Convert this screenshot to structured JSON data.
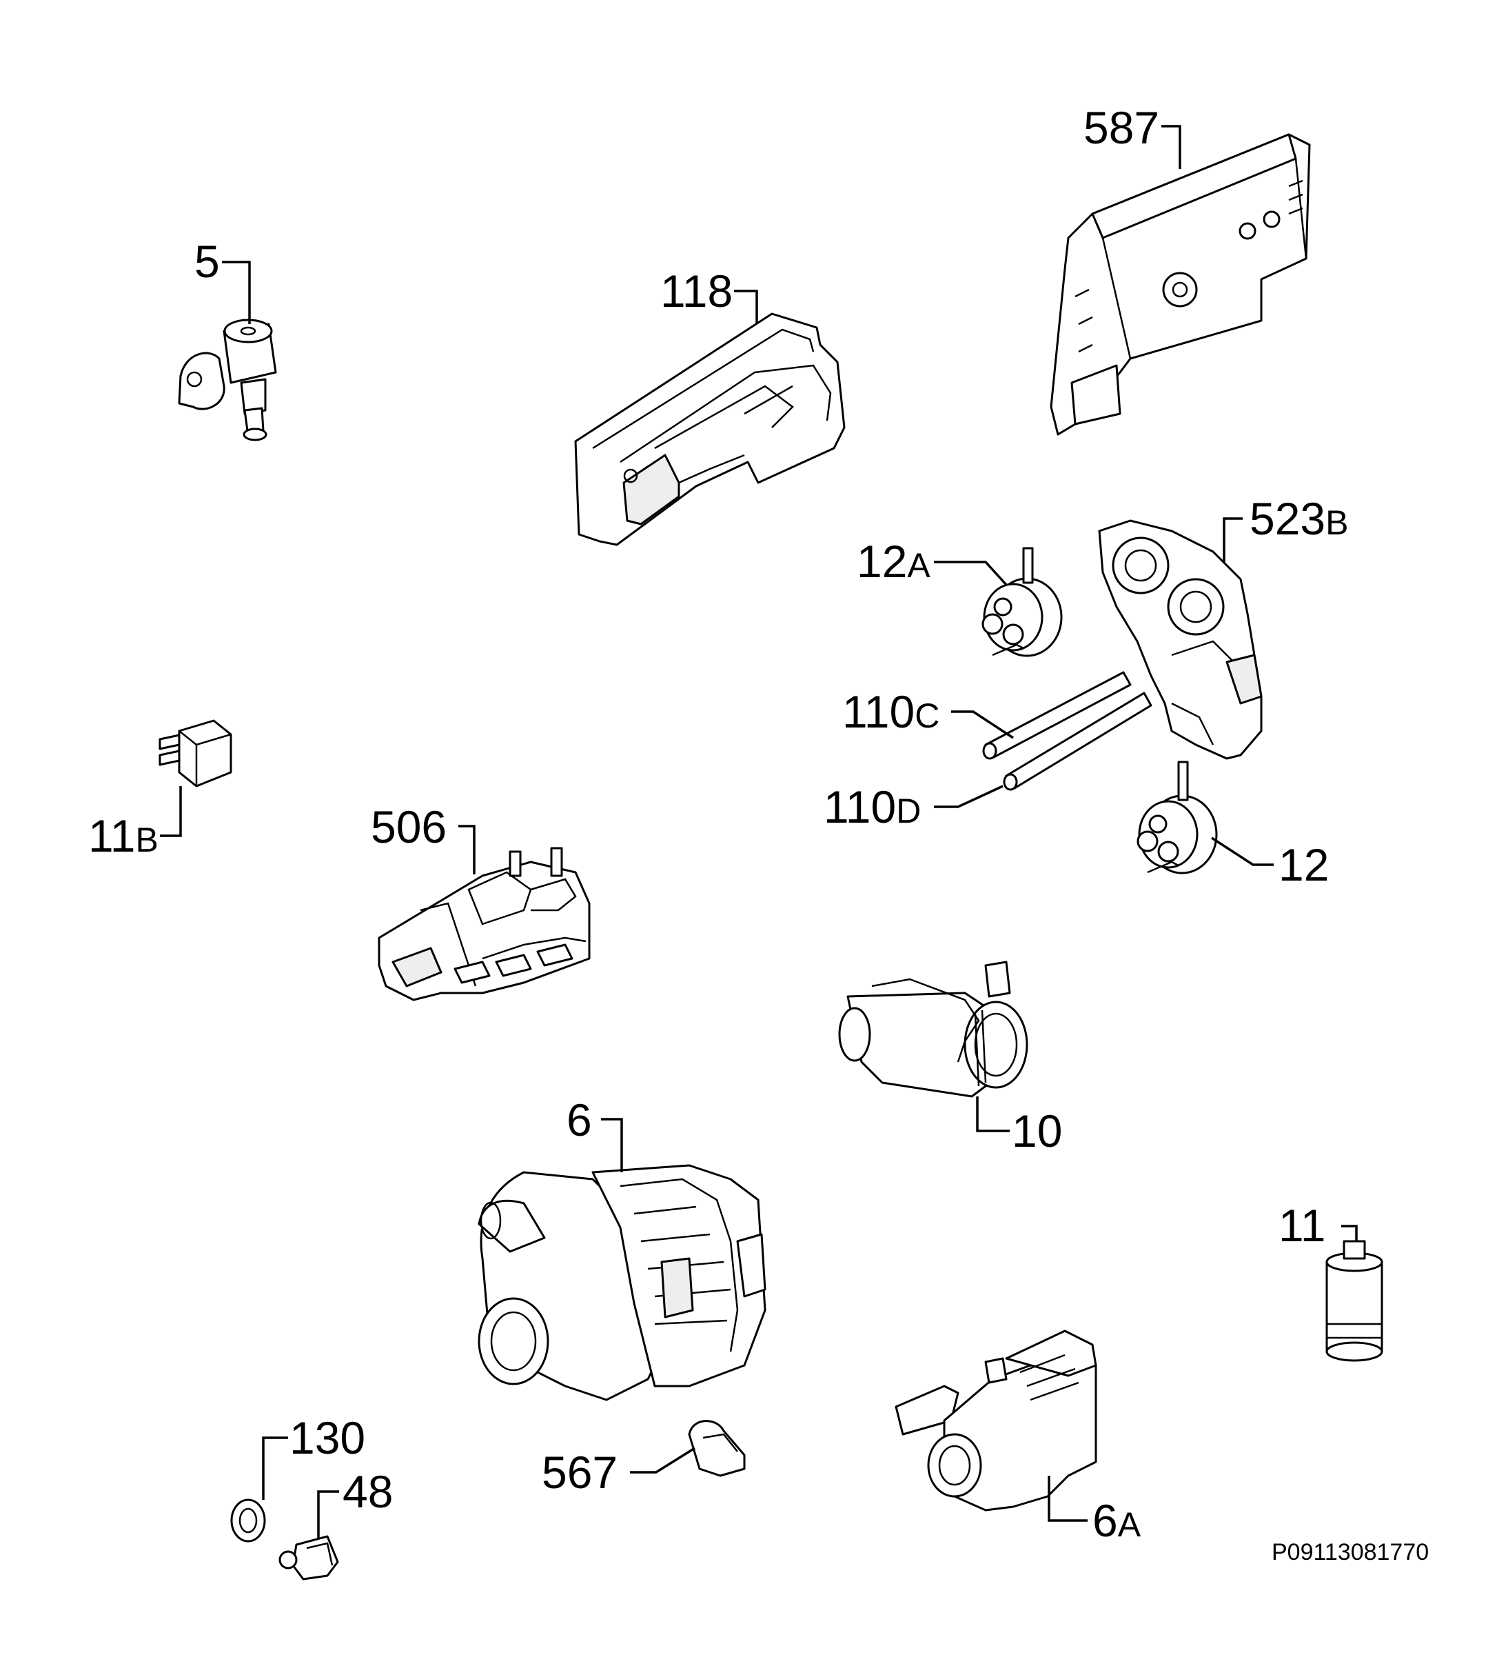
{
  "parts": [
    {
      "id": "5",
      "number": "5",
      "suffix": ""
    },
    {
      "id": "118",
      "number": "118",
      "suffix": ""
    },
    {
      "id": "587",
      "number": "587",
      "suffix": ""
    },
    {
      "id": "12A",
      "number": "12",
      "suffix": "A"
    },
    {
      "id": "523B",
      "number": "523",
      "suffix": "B"
    },
    {
      "id": "110C",
      "number": "110",
      "suffix": "C"
    },
    {
      "id": "110D",
      "number": "110",
      "suffix": "D"
    },
    {
      "id": "12",
      "number": "12",
      "suffix": ""
    },
    {
      "id": "11B",
      "number": "11",
      "suffix": "B"
    },
    {
      "id": "506",
      "number": "506",
      "suffix": ""
    },
    {
      "id": "10",
      "number": "10",
      "suffix": ""
    },
    {
      "id": "6",
      "number": "6",
      "suffix": ""
    },
    {
      "id": "11",
      "number": "11",
      "suffix": ""
    },
    {
      "id": "130",
      "number": "130",
      "suffix": ""
    },
    {
      "id": "48",
      "number": "48",
      "suffix": ""
    },
    {
      "id": "567",
      "number": "567",
      "suffix": ""
    },
    {
      "id": "6A",
      "number": "6",
      "suffix": "A"
    }
  ],
  "reference_code": "P09113081770"
}
